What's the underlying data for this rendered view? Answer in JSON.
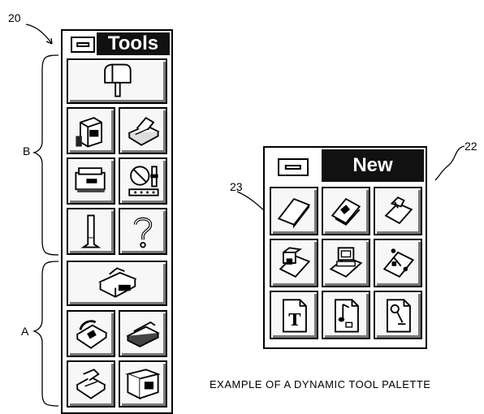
{
  "refs": {
    "palette_main": "20",
    "palette_new": "22",
    "palette_button": "23",
    "group_b": "B",
    "group_a": "A"
  },
  "palette_main": {
    "title": "Tools",
    "buttons": [
      {
        "icon": "mailbox-icon"
      },
      {
        "icon": "computer-icon"
      },
      {
        "icon": "printer-icon"
      },
      {
        "icon": "fax-icon"
      },
      {
        "icon": "dial-panel-icon"
      },
      {
        "icon": "pen-icon"
      },
      {
        "icon": "help-icon"
      },
      {
        "icon": "copier-icon"
      },
      {
        "icon": "telephone-icon"
      },
      {
        "icon": "scanner-icon"
      },
      {
        "icon": "hand-print-icon"
      },
      {
        "icon": "office-copier-icon"
      }
    ]
  },
  "palette_new": {
    "title": "New",
    "buttons": [
      {
        "icon": "blank-page-icon"
      },
      {
        "icon": "picture-page-icon"
      },
      {
        "icon": "folder-page-icon"
      },
      {
        "icon": "camera-page-icon"
      },
      {
        "icon": "computer-page-icon"
      },
      {
        "icon": "graphic-page-icon"
      },
      {
        "icon": "text-document-icon",
        "glyph": "T"
      },
      {
        "icon": "music-document-icon"
      },
      {
        "icon": "microphone-document-icon"
      }
    ]
  },
  "caption": "EXAMPLE OF A DYNAMIC TOOL PALETTE"
}
